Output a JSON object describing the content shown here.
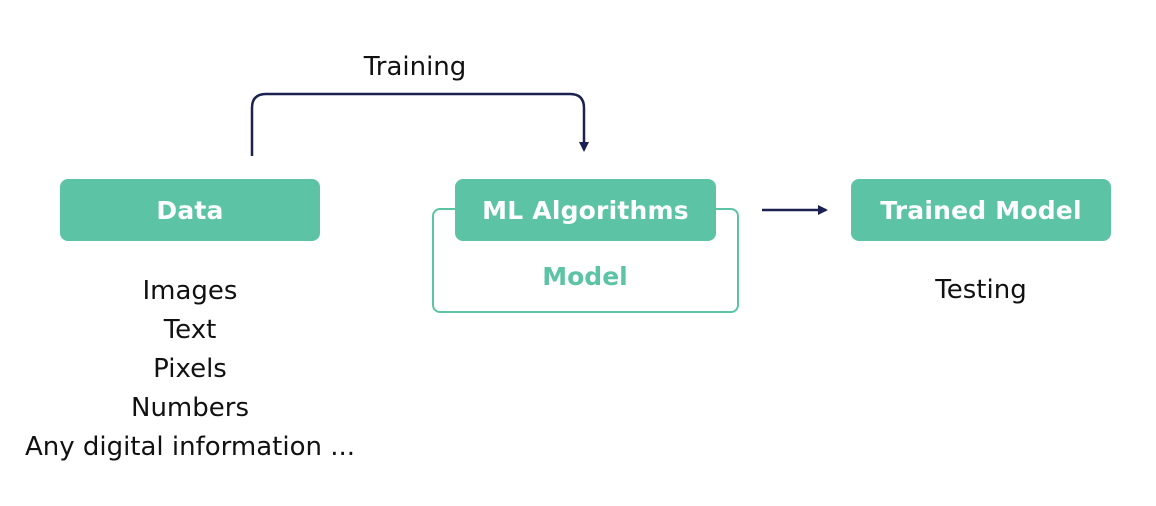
{
  "diagram": {
    "training_label": "Training",
    "data_box": "Data",
    "ml_box": "ML Algorithms",
    "model_label": "Model",
    "trained_box": "Trained Model",
    "testing_label": "Testing",
    "data_items": [
      "Images",
      "Text",
      "Pixels",
      "Numbers",
      "Any digital information ..."
    ]
  },
  "colors": {
    "box_fill": "#5cc4a4",
    "arrow": "#1b2150",
    "text": "#111111"
  }
}
